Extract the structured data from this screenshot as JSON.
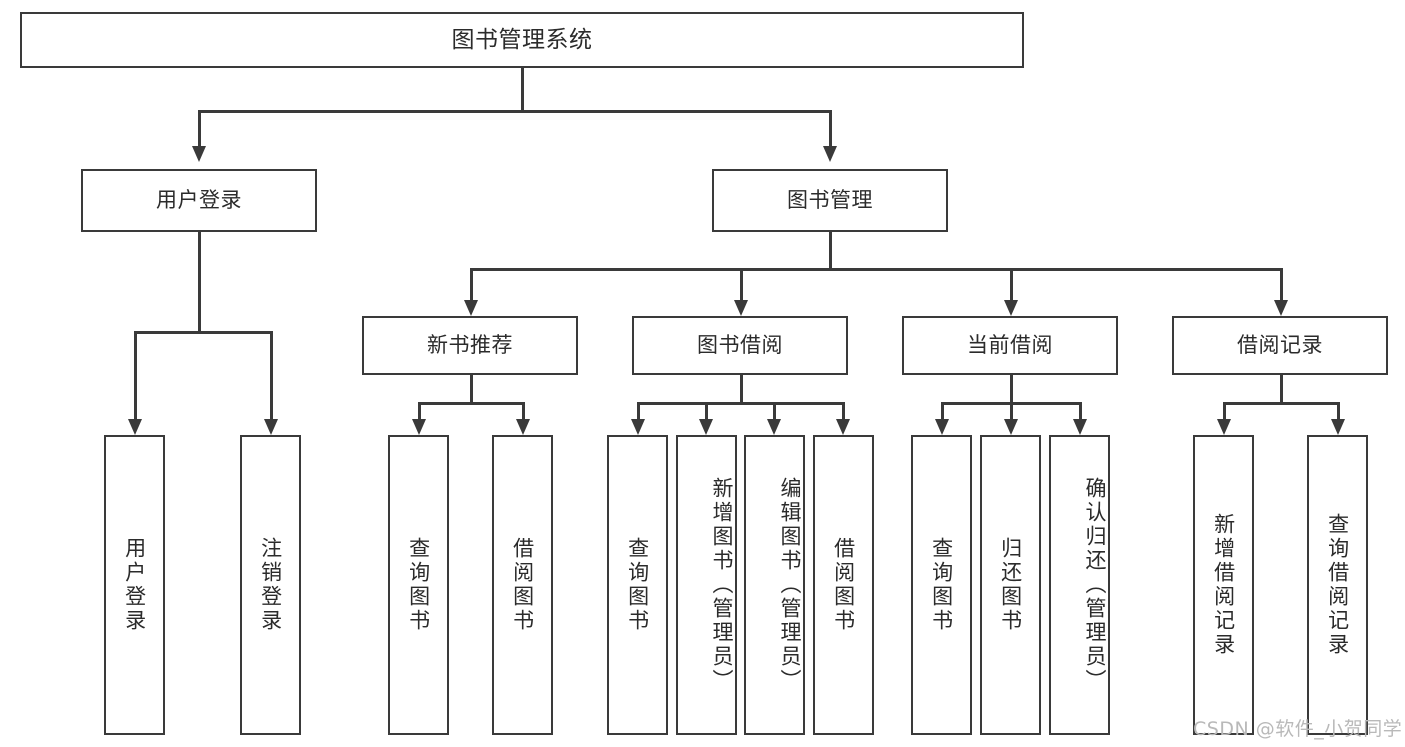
{
  "diagram": {
    "title": "图书管理系统",
    "type": "tree-hierarchy",
    "watermark": "CSDN @软件_小贺同学",
    "colors": {
      "stroke": "#3a3a3a",
      "fill": "#ffffff",
      "text": "#2b2b2b",
      "watermark": "#b9b9b9"
    },
    "root": {
      "label": "图书管理系统"
    },
    "level1": [
      {
        "label": "用户登录"
      },
      {
        "label": "图书管理"
      }
    ],
    "level2": [
      {
        "label": "新书推荐"
      },
      {
        "label": "图书借阅"
      },
      {
        "label": "当前借阅"
      },
      {
        "label": "借阅记录"
      }
    ],
    "leaves": {
      "user_login": [
        {
          "label": "用户登录"
        },
        {
          "label": "注销登录"
        }
      ],
      "new_book_recommend": [
        {
          "label": "查询图书"
        },
        {
          "label": "借阅图书"
        }
      ],
      "book_borrow": [
        {
          "label": "查询图书"
        },
        {
          "label": "新增图书（管理员）"
        },
        {
          "label": "编辑图书（管理员）"
        },
        {
          "label": "借阅图书"
        }
      ],
      "current_borrow": [
        {
          "label": "查询图书"
        },
        {
          "label": "归还图书"
        },
        {
          "label": "确认归还（管理员）"
        }
      ],
      "borrow_record": [
        {
          "label": "新增借阅记录"
        },
        {
          "label": "查询借阅记录"
        }
      ]
    }
  }
}
